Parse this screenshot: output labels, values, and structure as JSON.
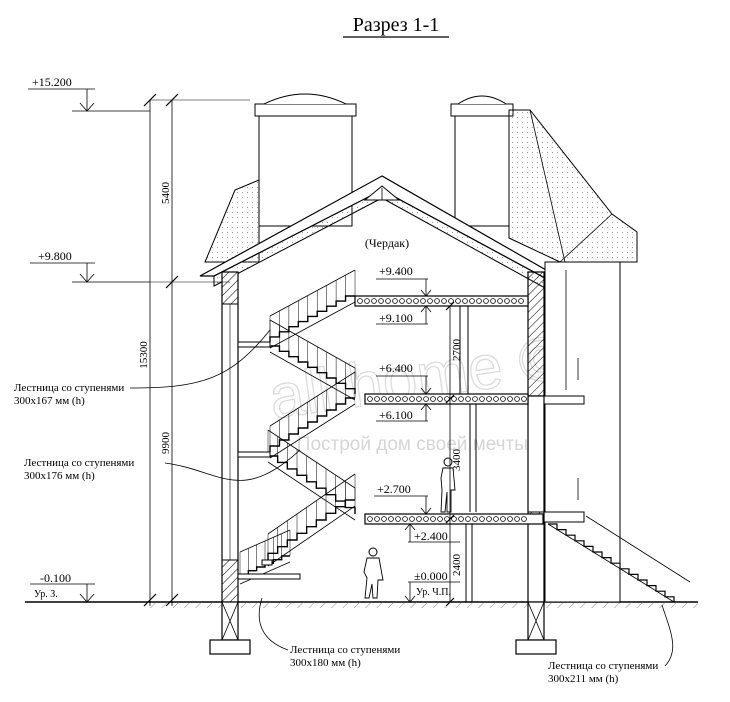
{
  "title": "Разрез 1-1",
  "levels": {
    "top": "+15.200",
    "ridge_base": "+9.800",
    "attic_floor": "+9.400",
    "third_ceiling": "+9.100",
    "third_floor": "+6.400",
    "second_ceiling": "+6.100",
    "second_floor": "+2.700",
    "first_ceiling": "+2.400",
    "zero": "±0.000",
    "ground": "-0.100"
  },
  "level_notes": {
    "ground": "Ур. З.",
    "zero": "Ур. Ч.П."
  },
  "dimensions": {
    "total": "15300",
    "upper": "5400",
    "lower": "9900",
    "floor3": "2700",
    "floor2": "3400",
    "floor1": "2400"
  },
  "room_label": "(Чердак)",
  "stairs": [
    {
      "title": "Лестница со ступенями",
      "size": "300x167 мм (h)"
    },
    {
      "title": "Лестница со ступенями",
      "size": "300x176 мм (h)"
    },
    {
      "title": "Лестница со ступенями",
      "size": "300x180 мм (h)"
    },
    {
      "title": "Лестница со ступенями",
      "size": "300x211 мм (h)"
    }
  ],
  "watermark": {
    "brand": "all home ©",
    "tagline": "Построй дом своей мечты!"
  }
}
